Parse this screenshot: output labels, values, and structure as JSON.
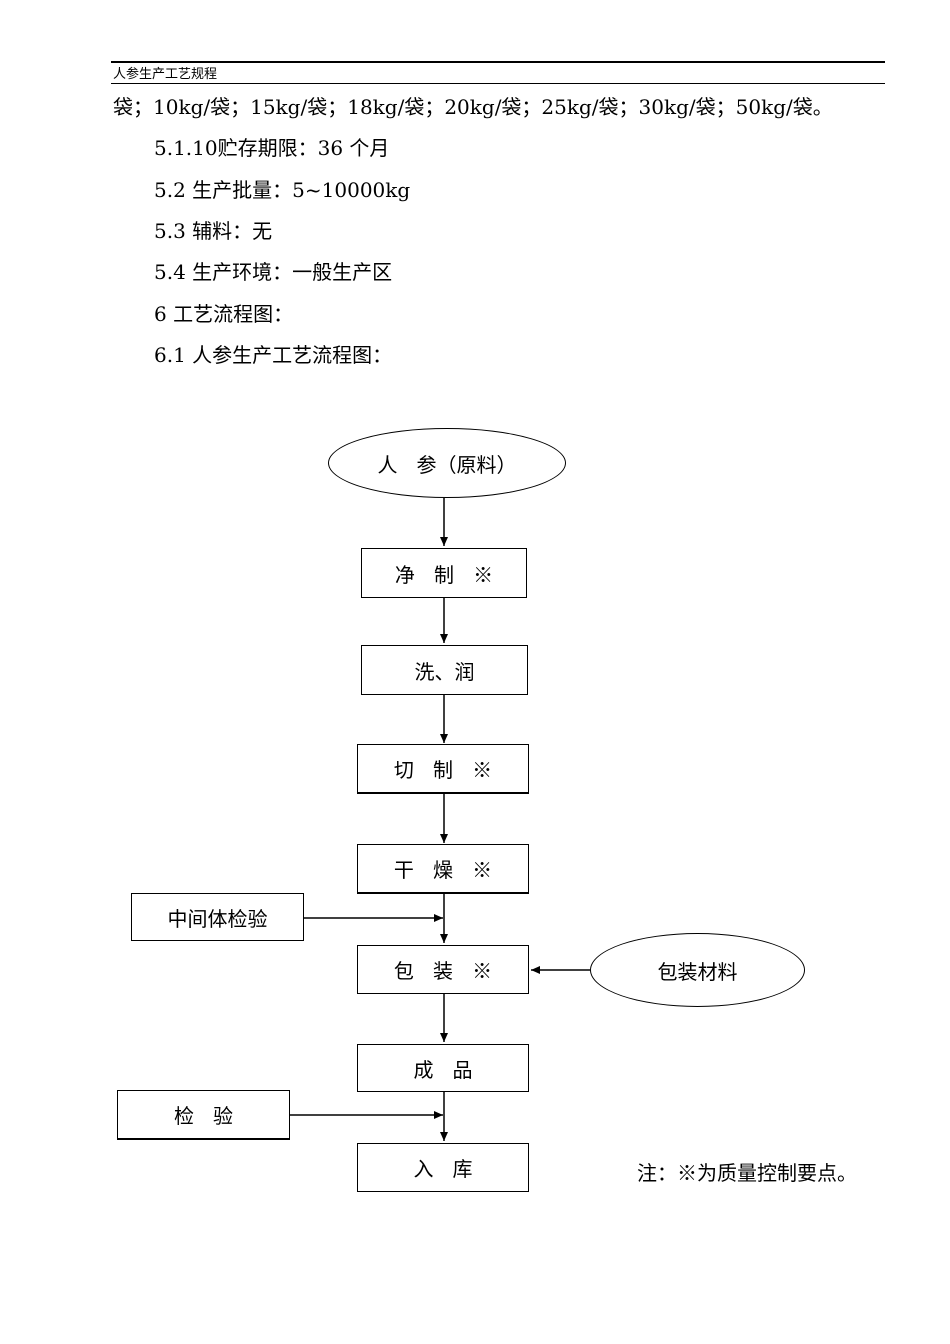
{
  "header": {
    "title": "人参生产工艺规程"
  },
  "body": {
    "line1": "袋；10kg/袋；15kg/袋；18kg/袋；20kg/袋；25kg/袋；30kg/袋；50kg/袋。",
    "line2": "5.1.10贮存期限：36 个月",
    "line3": "5.2 生产批量：5~10000kg",
    "line4": "5.3 辅料：无",
    "line5": "5.4 生产环境：一般生产区",
    "line6": "6    工艺流程图：",
    "line7": "6.1 人参生产工艺流程图："
  },
  "flowchart": {
    "raw_material": "人   参（原料）",
    "step1": "净   制   ※",
    "step2": "洗、润",
    "step3": "切   制   ※",
    "step4": "干   燥   ※",
    "step5": "包   装   ※",
    "step6": "成   品",
    "step7": "入   库",
    "side_intermediate_test": "中间体检验",
    "side_packaging_material": "包装材料",
    "side_inspection": "检   验"
  },
  "note": "注：※为质量控制要点。"
}
